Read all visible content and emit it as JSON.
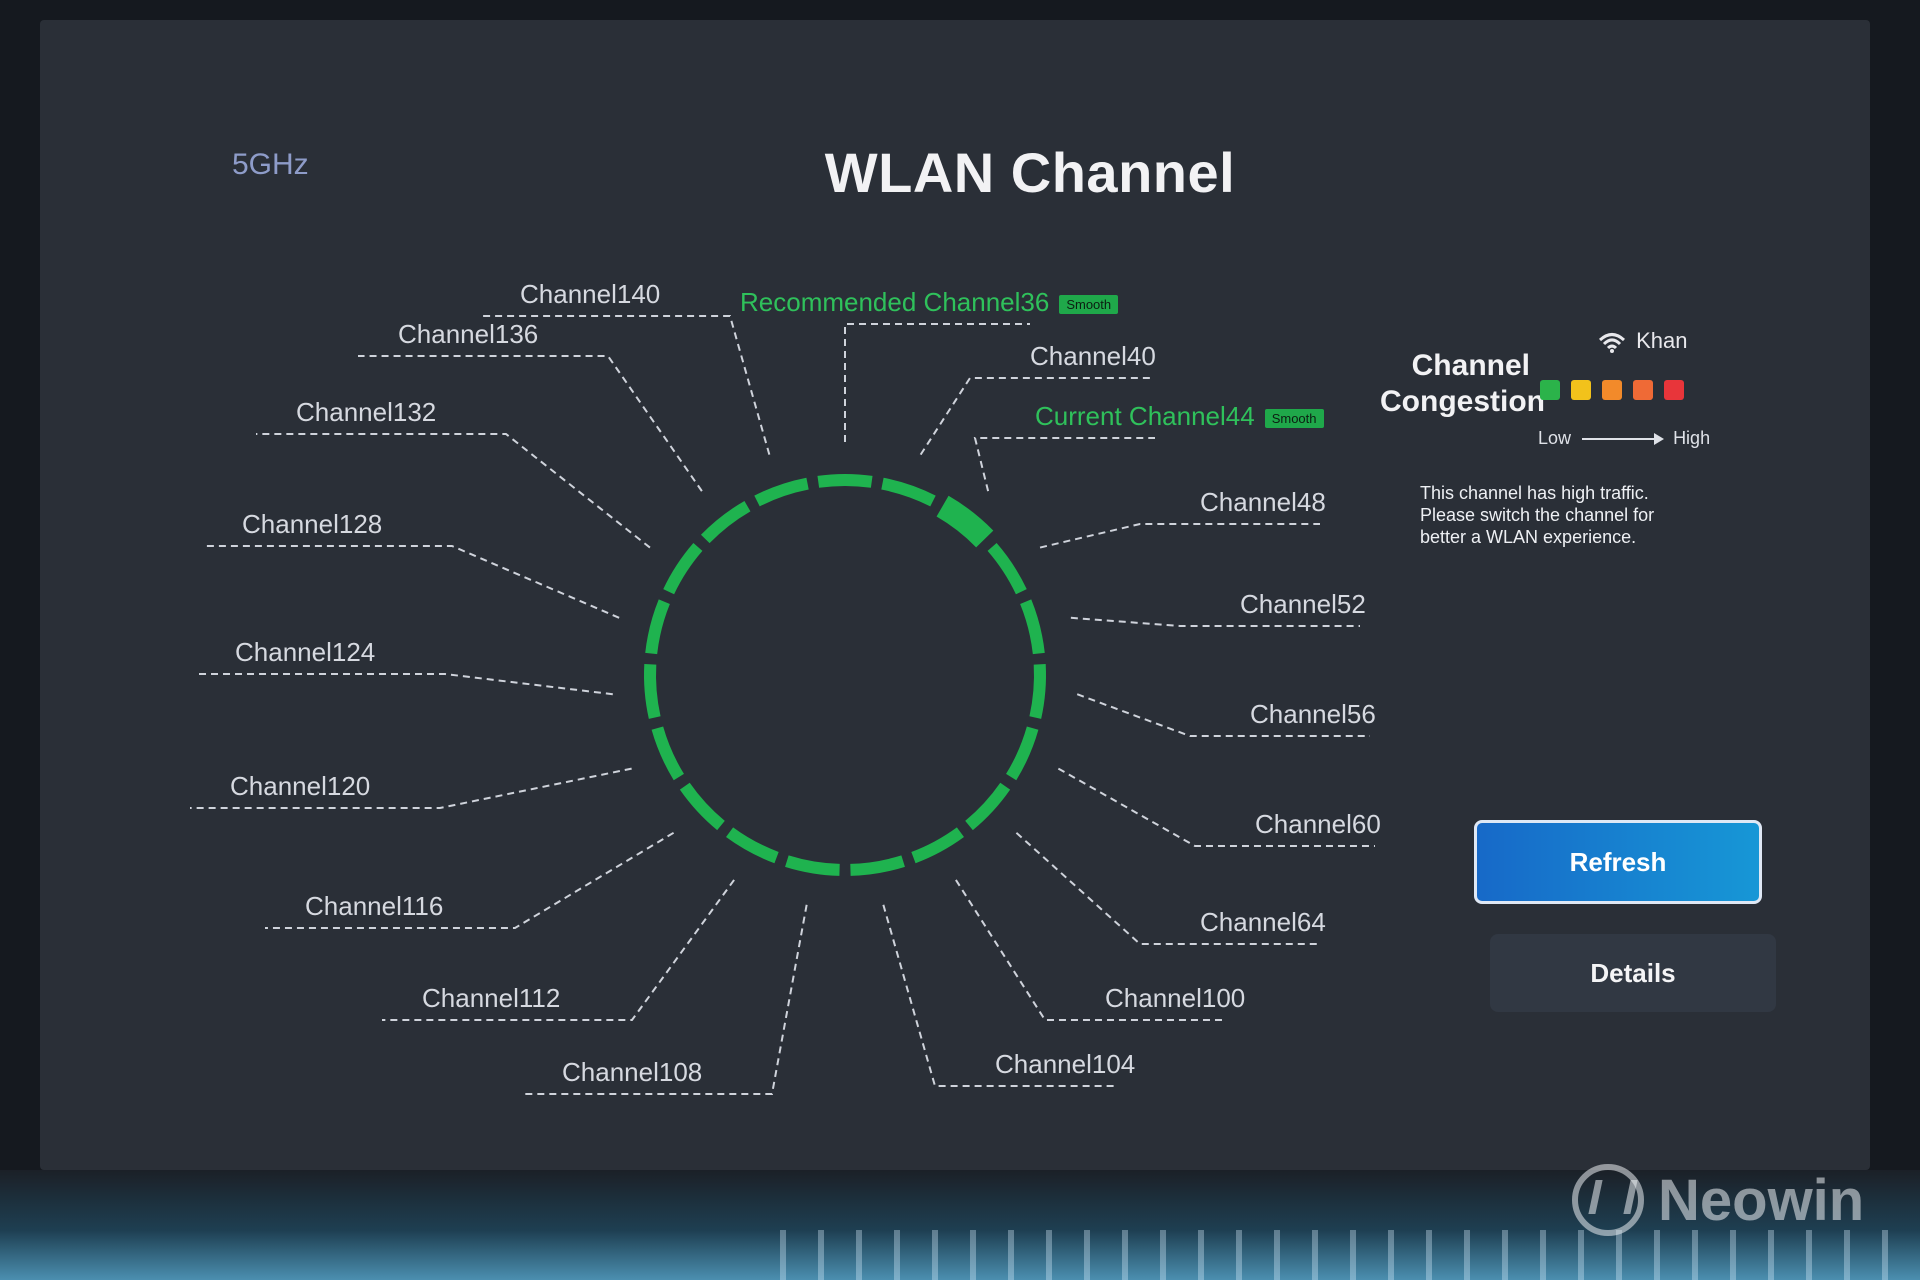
{
  "header": {
    "frequency": "5GHz",
    "title": "WLAN Channel"
  },
  "channels": [
    {
      "label": "Recommended Channel36",
      "badge": "Smooth",
      "highlight": "green"
    },
    {
      "label": "Channel40"
    },
    {
      "label": "Current Channel44",
      "badge": "Smooth",
      "highlight": "green"
    },
    {
      "label": "Channel48"
    },
    {
      "label": "Channel52"
    },
    {
      "label": "Channel56"
    },
    {
      "label": "Channel60"
    },
    {
      "label": "Channel64"
    },
    {
      "label": "Channel100"
    },
    {
      "label": "Channel104"
    },
    {
      "label": "Channel108"
    },
    {
      "label": "Channel112"
    },
    {
      "label": "Channel116"
    },
    {
      "label": "Channel120"
    },
    {
      "label": "Channel124"
    },
    {
      "label": "Channel128"
    },
    {
      "label": "Channel132"
    },
    {
      "label": "Channel136"
    },
    {
      "label": "Channel140"
    }
  ],
  "ring": {
    "color": "#1fb34f",
    "current_segment": "Channel44"
  },
  "congestion": {
    "network_name": "Khan",
    "title_line1": "Channel",
    "title_line2": "Congestion",
    "scale_colors": [
      "#2bb34a",
      "#f2c21b",
      "#f28a2a",
      "#ef6a36",
      "#e8353a"
    ],
    "low_label": "Low",
    "high_label": "High",
    "message": "This channel has high traffic. Please switch the channel for better a WLAN experience."
  },
  "actions": {
    "refresh_label": "Refresh",
    "details_label": "Details"
  },
  "watermark": {
    "text": "Neowin"
  }
}
